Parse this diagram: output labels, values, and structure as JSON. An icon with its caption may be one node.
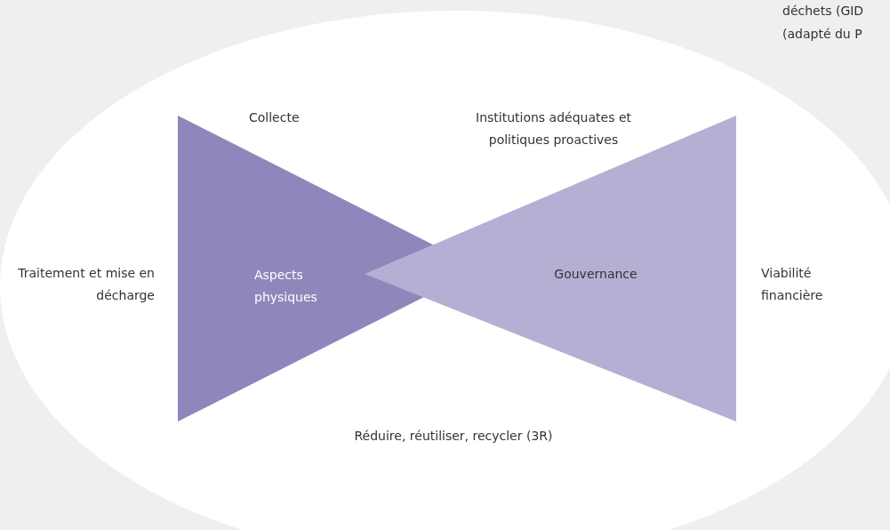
{
  "diagram": {
    "nodes": [
      {
        "text": [
          "Aspects physiques"
        ]
      },
      {
        "text": [
          "Gouvernance"
        ]
      }
    ],
    "labels": [
      "déchets (GID",
      "(adapté du P",
      "Collecte",
      "Institutions adéquates et politiques proactives",
      "Traitement et mise en décharge",
      "Viabilité financière",
      "Réduire, réutiliser, recycler (3R)"
    ]
  }
}
